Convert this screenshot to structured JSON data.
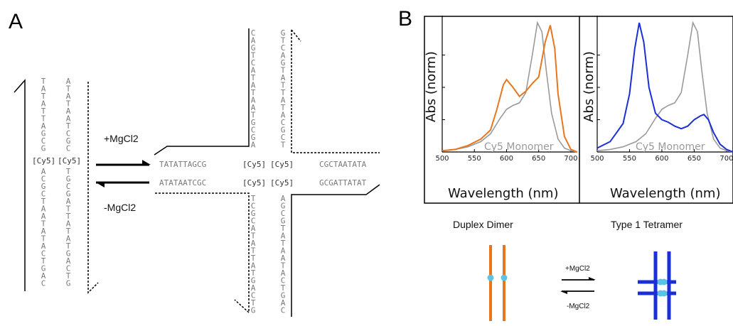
{
  "panel_a": {
    "letter": "A",
    "left_strand_1": "TATATTAGCG",
    "left_strand_1b": "ACGCTAATATACTGAC",
    "left_strand_2": "ATATAATCGC",
    "left_strand_2b": "TGCGATTATATGACTG",
    "cy5": "[Cy5]",
    "forward_label": "+MgCl2",
    "reverse_label": "-MgCl2",
    "horiz_top_left": "TATATTAGCG",
    "horiz_top_right": "CGCTAATATA",
    "horiz_bot_left": "ATATAATCGC",
    "horiz_bot_right": "GCGATTATAT",
    "vert_upper_left": "CAGTCATATAATGCGA",
    "vert_upper_right": "GTCAGTATTATACGCT",
    "vert_lower_left": "TCGCATATTATGACTG",
    "vert_lower_right": "AGCGTATAATACTGAC"
  },
  "panel_b": {
    "letter": "B",
    "y_label": "Abs (norm)",
    "x_label": "Wavelength (nm)",
    "monomer_label": "Cy5 Monomer",
    "dimer_label": "Duplex Dimer",
    "tetramer_label": "Type 1 Tetramer",
    "forward_label": "+MgCl2",
    "reverse_label": "-MgCl2",
    "colors": {
      "monomer": "#9a9a9a",
      "dimer": "#e8761e",
      "tetramer": "#1a2fd8",
      "dye": "#5bc3e8"
    }
  },
  "chart_data": [
    {
      "type": "line",
      "xlim": [
        500,
        710
      ],
      "ticks": [
        500,
        550,
        600,
        650,
        700
      ],
      "series": [
        {
          "name": "Cy5 Monomer",
          "x": [
            500,
            520,
            540,
            560,
            575,
            590,
            600,
            610,
            620,
            630,
            640,
            648,
            655,
            662,
            670,
            680,
            690,
            700,
            710
          ],
          "y": [
            0.01,
            0.02,
            0.04,
            0.08,
            0.14,
            0.26,
            0.33,
            0.36,
            0.38,
            0.46,
            0.75,
            1.0,
            0.93,
            0.62,
            0.3,
            0.1,
            0.03,
            0.01,
            0.0
          ]
        },
        {
          "name": "",
          "x": [
            500,
            520,
            540,
            560,
            575,
            585,
            595,
            600,
            610,
            620,
            630,
            640,
            650,
            660,
            668,
            675,
            680,
            690,
            700,
            710
          ],
          "y": [
            0.01,
            0.02,
            0.05,
            0.1,
            0.17,
            0.33,
            0.52,
            0.56,
            0.5,
            0.43,
            0.47,
            0.53,
            0.58,
            0.85,
            0.98,
            0.8,
            0.45,
            0.12,
            0.02,
            0.0
          ]
        }
      ]
    },
    {
      "type": "line",
      "xlim": [
        500,
        710
      ],
      "ticks": [
        500,
        550,
        600,
        650,
        700
      ],
      "series": [
        {
          "name": "Cy5 Monomer",
          "x": [
            500,
            520,
            540,
            560,
            575,
            590,
            600,
            610,
            620,
            630,
            640,
            648,
            655,
            662,
            670,
            680,
            690,
            700,
            710
          ],
          "y": [
            0.01,
            0.02,
            0.04,
            0.08,
            0.14,
            0.26,
            0.33,
            0.36,
            0.38,
            0.46,
            0.75,
            1.0,
            0.93,
            0.62,
            0.3,
            0.1,
            0.03,
            0.01,
            0.0
          ]
        },
        {
          "name": "",
          "x": [
            500,
            520,
            540,
            550,
            558,
            565,
            572,
            580,
            590,
            600,
            610,
            620,
            630,
            640,
            650,
            660,
            665,
            672,
            680,
            690,
            700,
            710
          ],
          "y": [
            0.03,
            0.08,
            0.22,
            0.45,
            0.8,
            1.0,
            0.85,
            0.5,
            0.3,
            0.25,
            0.23,
            0.2,
            0.18,
            0.2,
            0.25,
            0.28,
            0.29,
            0.25,
            0.15,
            0.06,
            0.02,
            0.0
          ]
        }
      ]
    }
  ]
}
